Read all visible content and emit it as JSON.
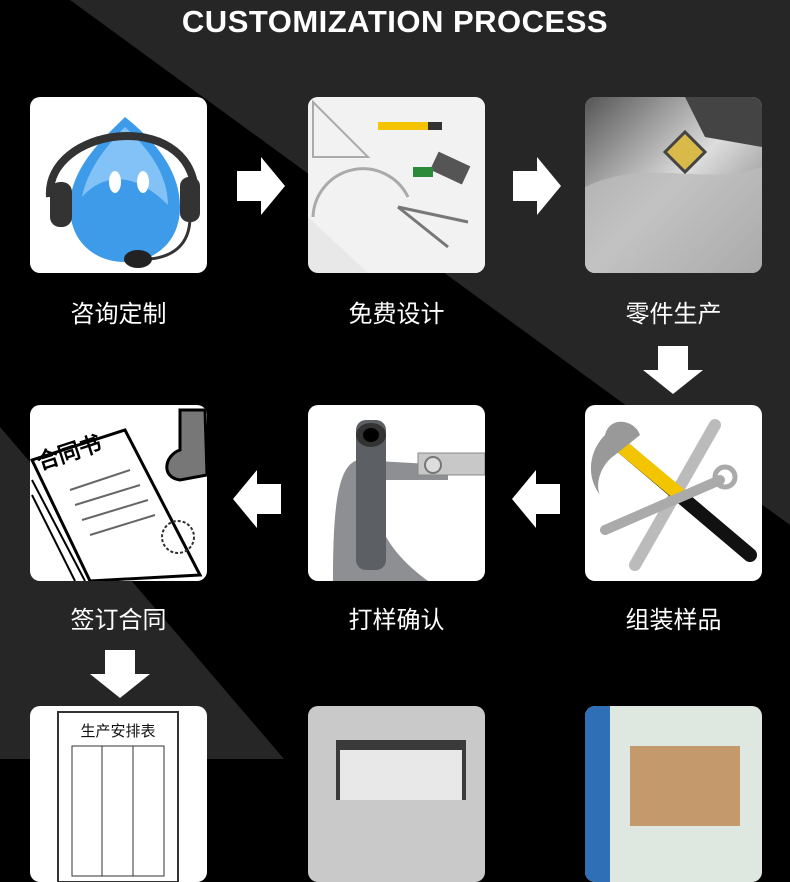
{
  "title": "CUSTOMIZATION PROCESS",
  "colors": {
    "background": "#000000",
    "band": "#262626",
    "text": "#ffffff"
  },
  "steps": [
    {
      "label": "咨询定制",
      "icon": "customer-service-headset-icon"
    },
    {
      "label": "免费设计",
      "icon": "drafting-tools-icon"
    },
    {
      "label": "零件生产",
      "icon": "lathe-cutting-icon"
    },
    {
      "label": "组装样品",
      "icon": "tools-hammer-wrench-icon"
    },
    {
      "label": "打样确认",
      "icon": "micrometer-icon"
    },
    {
      "label": "签订合同",
      "icon": "contract-stamp-icon",
      "image_text": "合同书"
    },
    {
      "icon": "production-schedule-icon",
      "image_text": "生产安排表"
    },
    {
      "icon": "product-label-icon"
    },
    {
      "icon": "delivery-package-icon"
    }
  ]
}
